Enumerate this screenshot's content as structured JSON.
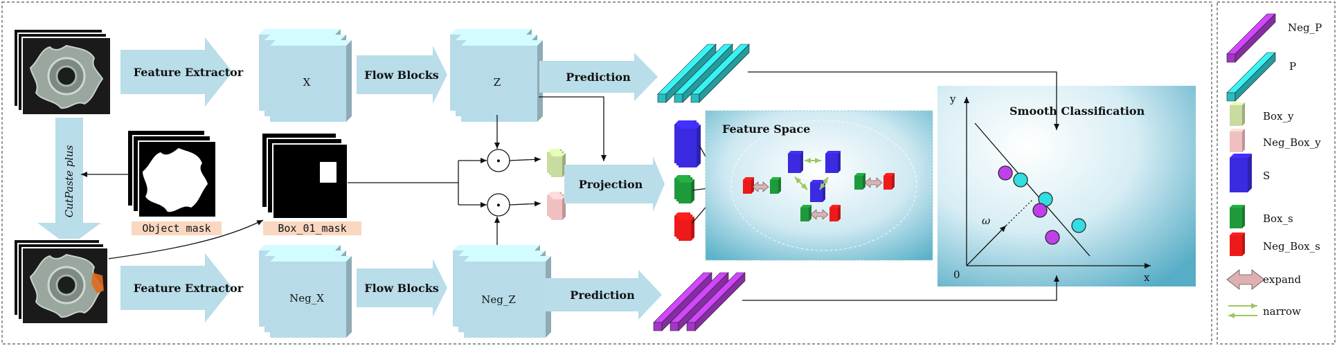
{
  "labels": {
    "feature_extractor_top": "Feature Extractor",
    "feature_extractor_bottom": "Feature Extractor",
    "x_block": "X",
    "neg_x_block": "Neg_X",
    "flow_blocks_top": "Flow Blocks",
    "flow_blocks_bottom": "Flow Blocks",
    "z_block": "Z",
    "neg_z_block": "Neg_Z",
    "prediction_top": "Prediction",
    "prediction_bottom": "Prediction",
    "projection": "Projection",
    "cutpaste": "CutPaste plus",
    "object_mask": "Object mask",
    "box_mask": "Box_01_mask",
    "feature_space": "Feature Space",
    "smooth_classification": "Smooth Classification",
    "dot_op": "·",
    "axis_y": "y",
    "axis_x": "x",
    "axis_origin": "0",
    "omega": "ω"
  },
  "legend": [
    {
      "label": "Neg_P",
      "icon": "neg-p-bar-icon",
      "color": "#c040e8"
    },
    {
      "label": "P",
      "icon": "p-bar-icon",
      "color": "#33dde0"
    },
    {
      "label": "Box_y",
      "icon": "box-y-icon",
      "color": "#c8dca0"
    },
    {
      "label": "Neg_Box_y",
      "icon": "neg-box-y-icon",
      "color": "#f0c0c0"
    },
    {
      "label": "S",
      "icon": "s-cube-icon",
      "color": "#3a2ae0"
    },
    {
      "label": "Box_s",
      "icon": "box-s-icon",
      "color": "#1e9a3a"
    },
    {
      "label": "Neg_Box_s",
      "icon": "neg-box-s-icon",
      "color": "#ee1a1a"
    },
    {
      "label": "expand",
      "icon": "expand-arrow-icon",
      "color": "#e0b0b0"
    },
    {
      "label": "narrow",
      "icon": "narrow-arrows-icon",
      "color": "#9cc860"
    }
  ],
  "colors": {
    "block_fill": "#b7dbe8",
    "block_side": "#8fc6d8",
    "arrow_fill": "#b9dde9",
    "mask_label_bg": "#f9d7c0"
  }
}
